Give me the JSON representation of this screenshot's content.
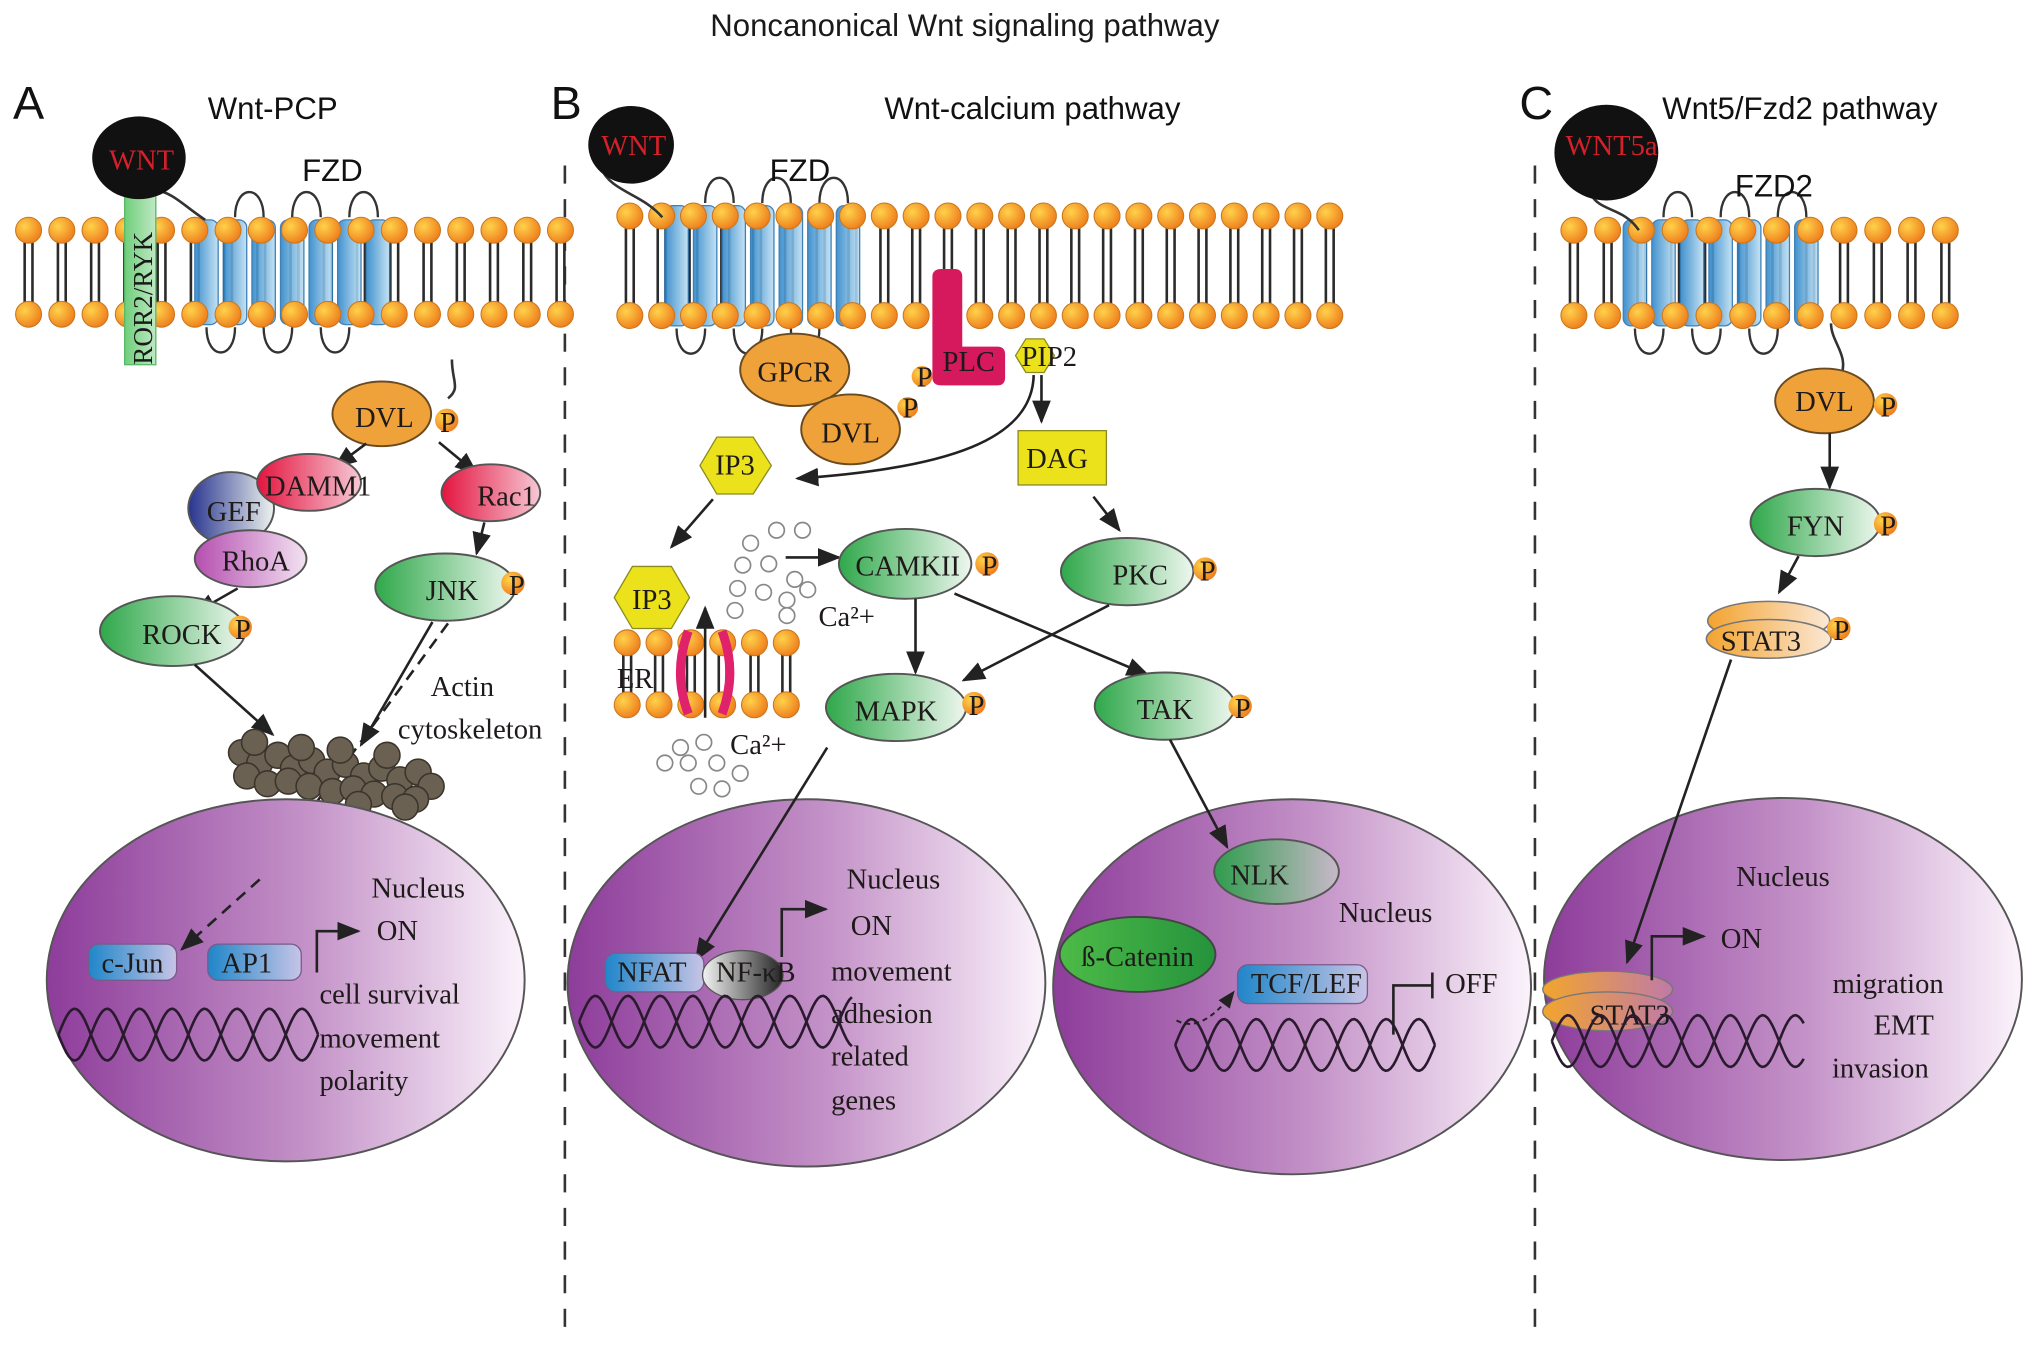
{
  "title": "Noncanonical Wnt signaling pathway",
  "panels": {
    "A": {
      "letter": "A",
      "name": "Wnt-PCP",
      "ligand": "WNT",
      "receptor": "FZD",
      "coreceptor": "ROR2/RYK",
      "nodes": {
        "dvl": "DVL",
        "damm1": "DAMM1",
        "gef": "GEF",
        "rhoa": "RhoA",
        "rac1": "Rac1",
        "jnk": "JNK",
        "rock": "ROCK"
      },
      "actin_label_1": "Actin",
      "actin_label_2": "cytoskeleton",
      "nucleus": {
        "label": "Nucleus",
        "factors": [
          "c-Jun",
          "AP1"
        ],
        "state": "ON",
        "outcomes": [
          "cell survival",
          "movement",
          "polarity"
        ]
      }
    },
    "B": {
      "letter": "B",
      "name": "Wnt-calcium pathway",
      "ligand": "WNT",
      "receptor": "FZD",
      "nodes": {
        "gpcr": "GPCR",
        "dvl": "DVL",
        "plc": "PLC",
        "pip2": "PIP2",
        "ip3_top": "IP3",
        "dag": "DAG",
        "ip3_er": "IP3",
        "er": "ER",
        "camkii": "CAMKII",
        "pkc": "PKC",
        "mapk": "MAPK",
        "tak": "TAK",
        "ca_top": "Ca²+",
        "ca_bottom": "Ca²+"
      },
      "nucleus_left": {
        "label": "Nucleus",
        "factors": [
          "NFAT",
          "NF-κB"
        ],
        "state": "ON",
        "outcomes": [
          "movement",
          "adhesion",
          "related",
          "genes"
        ]
      },
      "nucleus_right": {
        "label": "Nucleus",
        "nlk": "NLK",
        "catenin": "ß-Catenin",
        "tcf": "TCF/LEF",
        "state": "OFF"
      }
    },
    "C": {
      "letter": "C",
      "name": "Wnt5/Fzd2 pathway",
      "ligand": "WNT5a",
      "receptor": "FZD2",
      "nodes": {
        "dvl": "DVL",
        "fyn": "FYN",
        "stat3": "STAT3"
      },
      "nucleus": {
        "label": "Nucleus",
        "factor": "STAT3",
        "state": "ON",
        "outcomes": [
          "migration",
          "EMT",
          "invasion"
        ]
      }
    }
  },
  "phospho_label": "P",
  "colors": {
    "lipid_head": "#f5a623",
    "fzd_blue": "#3b8fd0",
    "wnt_black": "#111111",
    "wnt_text": "#d4202a",
    "dvl_orange": "#f0a23a",
    "kinase_green": "#3cae55",
    "plc_magenta": "#d6185c",
    "ip3_yellow": "#ece21c",
    "nucleus_purple": "#9a4aa6"
  }
}
